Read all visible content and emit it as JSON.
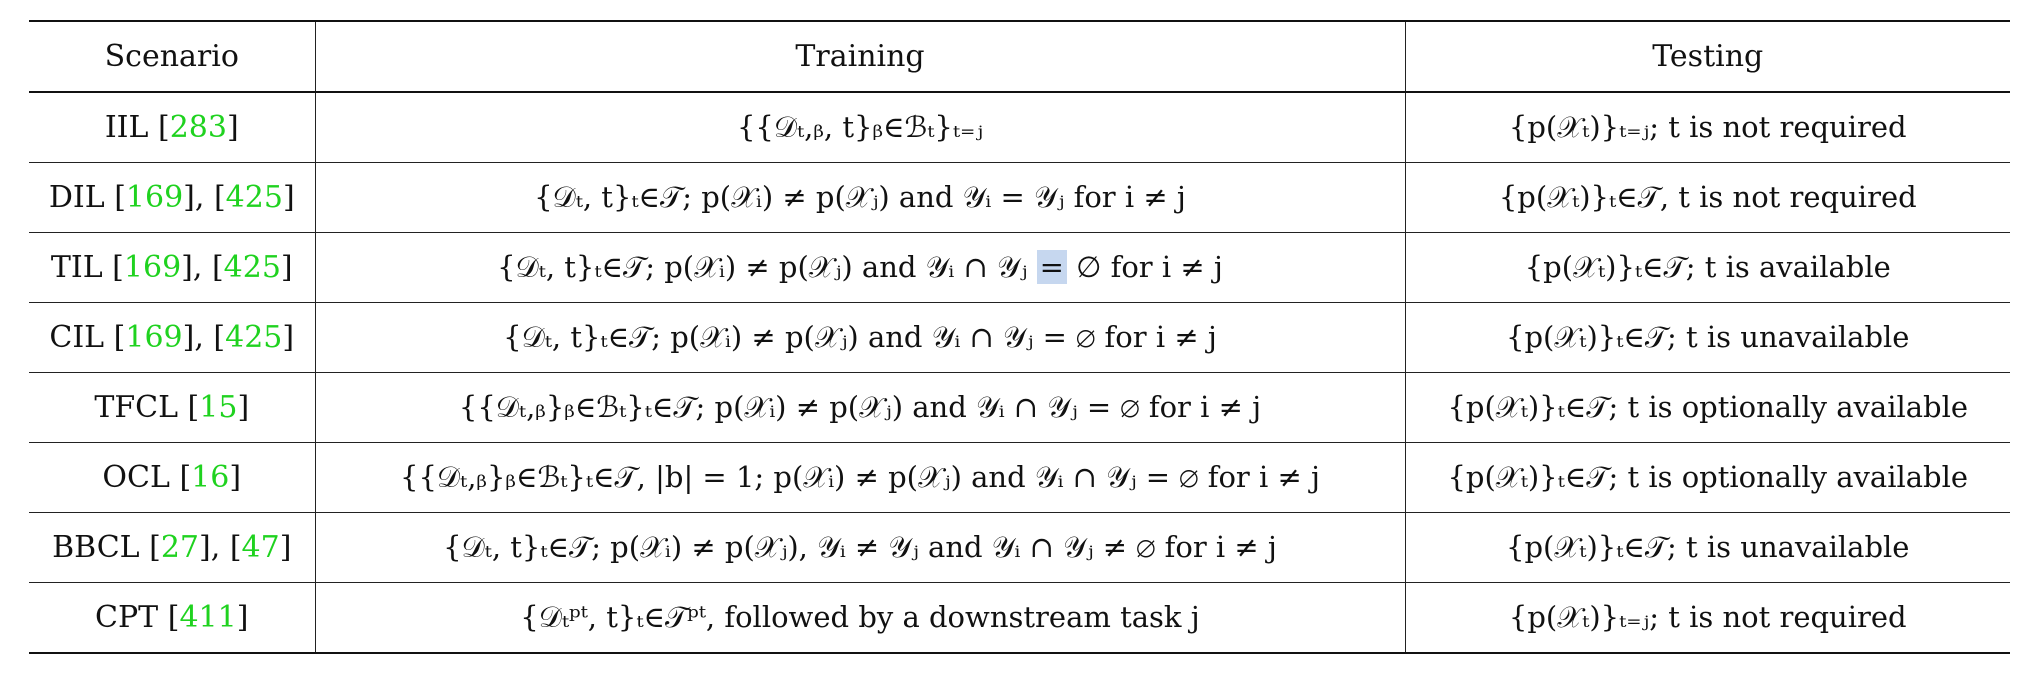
{
  "table": {
    "columns": [
      "Scenario",
      "Training",
      "Testing"
    ],
    "rows": [
      {
        "scenario": "IIL",
        "cites": [
          "283"
        ],
        "training": [
          {
            "t": "{{𝒟ₜ,ᵦ, t}ᵦ∈ℬₜ}ₜ₌ⱼ"
          }
        ],
        "testing": "{p(𝒳ₜ)}ₜ₌ⱼ; t is not required"
      },
      {
        "scenario": "DIL",
        "cites": [
          "169",
          "425"
        ],
        "training": [
          {
            "t": "{𝒟ₜ, t}ₜ∈𝒯; p(𝒳ᵢ) ≠ p(𝒳ⱼ) and 𝒴ᵢ = 𝒴ⱼ for i ≠ j"
          }
        ],
        "testing": "{p(𝒳ₜ)}ₜ∈𝒯, t is not required"
      },
      {
        "scenario": "TIL",
        "cites": [
          "169",
          "425"
        ],
        "training": [
          {
            "t": "{𝒟ₜ, t}ₜ∈𝒯; p(𝒳ᵢ) ≠ p(𝒳ⱼ) and 𝒴ᵢ ∩ 𝒴ⱼ "
          },
          {
            "t": "=",
            "hl": true
          },
          {
            "t": " ∅ for i ≠ j"
          }
        ],
        "testing": "{p(𝒳ₜ)}ₜ∈𝒯; t is available"
      },
      {
        "scenario": "CIL",
        "cites": [
          "169",
          "425"
        ],
        "training": [
          {
            "t": "{𝒟ₜ, t}ₜ∈𝒯; p(𝒳ᵢ) ≠ p(𝒳ⱼ) and 𝒴ᵢ ∩ 𝒴ⱼ = ∅ for i ≠ j"
          }
        ],
        "testing": "{p(𝒳ₜ)}ₜ∈𝒯; t is unavailable"
      },
      {
        "scenario": "TFCL",
        "cites": [
          "15"
        ],
        "training": [
          {
            "t": "{{𝒟ₜ,ᵦ}ᵦ∈ℬₜ}ₜ∈𝒯; p(𝒳ᵢ) ≠ p(𝒳ⱼ) and 𝒴ᵢ ∩ 𝒴ⱼ = ∅ for i ≠ j"
          }
        ],
        "testing": "{p(𝒳ₜ)}ₜ∈𝒯; t is optionally available"
      },
      {
        "scenario": "OCL",
        "cites": [
          "16"
        ],
        "training": [
          {
            "t": "{{𝒟ₜ,ᵦ}ᵦ∈ℬₜ}ₜ∈𝒯, |b| = 1; p(𝒳ᵢ) ≠ p(𝒳ⱼ) and 𝒴ᵢ ∩ 𝒴ⱼ = ∅ for i ≠ j"
          }
        ],
        "testing": "{p(𝒳ₜ)}ₜ∈𝒯; t is optionally available"
      },
      {
        "scenario": "BBCL",
        "cites": [
          "27",
          "47"
        ],
        "training": [
          {
            "t": "{𝒟ₜ, t}ₜ∈𝒯; p(𝒳ᵢ) ≠ p(𝒳ⱼ), 𝒴ᵢ ≠ 𝒴ⱼ and 𝒴ᵢ ∩ 𝒴ⱼ ≠ ∅ for i ≠ j"
          }
        ],
        "testing": "{p(𝒳ₜ)}ₜ∈𝒯; t is unavailable"
      },
      {
        "scenario": "CPT",
        "cites": [
          "411"
        ],
        "training": [
          {
            "t": "{𝒟ₜᵖᵗ, t}ₜ∈𝒯ᵖᵗ, followed by a downstream task j"
          }
        ],
        "testing": "{p(𝒳ₜ)}ₜ₌ⱼ; t is not required"
      }
    ]
  }
}
